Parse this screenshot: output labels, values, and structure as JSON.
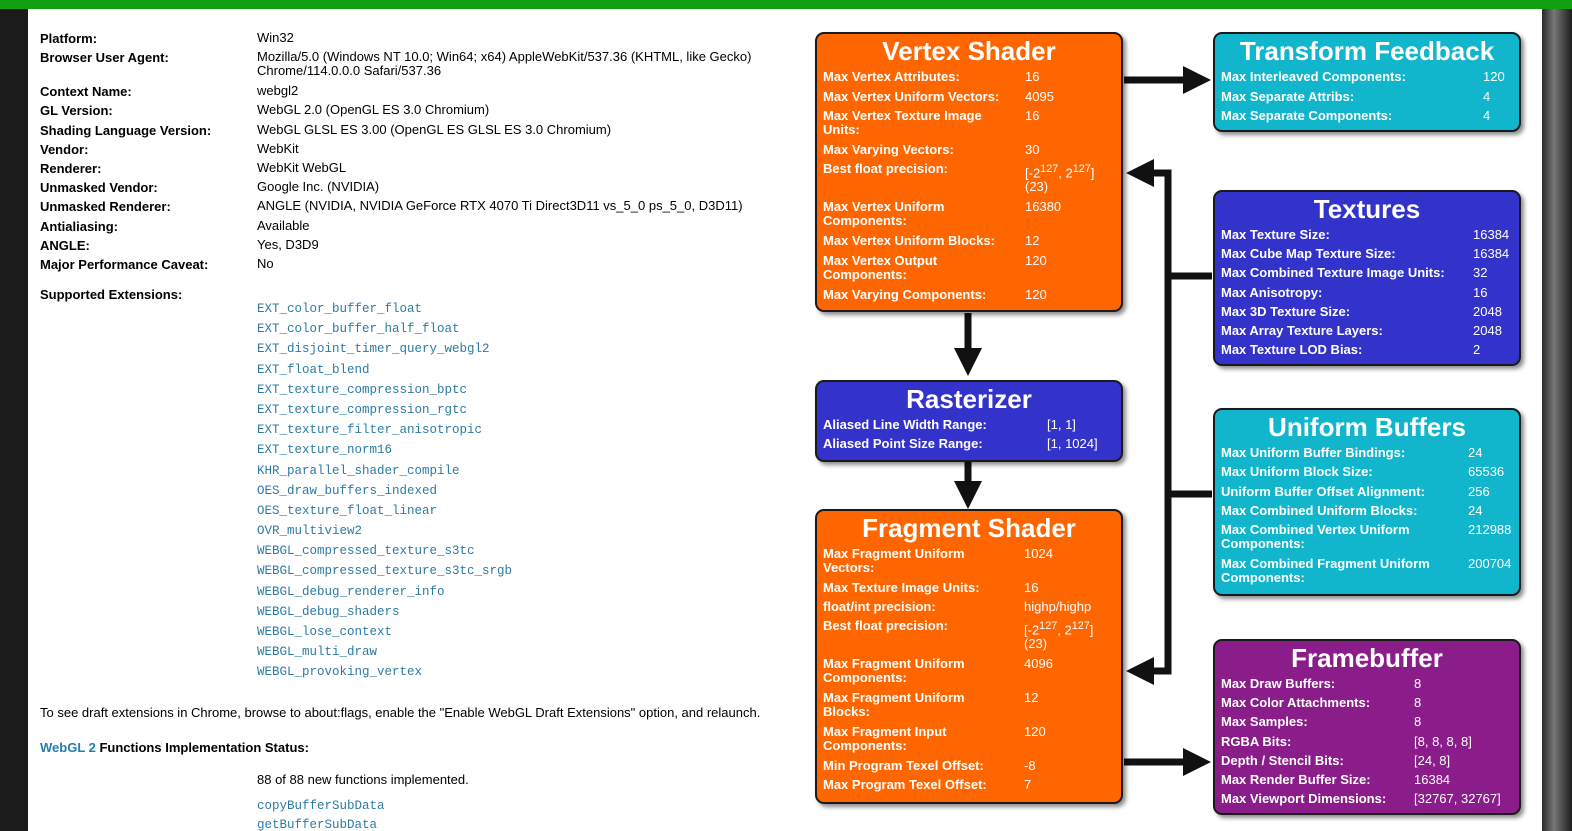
{
  "info": [
    {
      "label": "Platform:",
      "value": "Win32"
    },
    {
      "label": "Browser User Agent:",
      "value": "Mozilla/5.0 (Windows NT 10.0; Win64; x64) AppleWebKit/537.36 (KHTML, like Gecko)",
      "value2": "Chrome/114.0.0.0 Safari/537.36"
    },
    {
      "label": "Context Name:",
      "value": "webgl2"
    },
    {
      "label": "GL Version:",
      "value": "WebGL 2.0 (OpenGL ES 3.0 Chromium)"
    },
    {
      "label": "Shading Language Version:",
      "value": "WebGL GLSL ES 3.00 (OpenGL ES GLSL ES 3.0 Chromium)"
    },
    {
      "label": "Vendor:",
      "value": "WebKit"
    },
    {
      "label": "Renderer:",
      "value": "WebKit WebGL"
    },
    {
      "label": "Unmasked Vendor:",
      "value": "Google Inc. (NVIDIA)"
    },
    {
      "label": "Unmasked Renderer:",
      "value": "ANGLE (NVIDIA, NVIDIA GeForce RTX 4070 Ti Direct3D11 vs_5_0 ps_5_0, D3D11)"
    },
    {
      "label": "Antialiasing:",
      "value": "Available"
    },
    {
      "label": "ANGLE:",
      "value": "Yes, D3D9"
    },
    {
      "label": "Major Performance Caveat:",
      "value": "No"
    }
  ],
  "extensions_label": "Supported Extensions:",
  "extensions": [
    "EXT_color_buffer_float",
    "EXT_color_buffer_half_float",
    "EXT_disjoint_timer_query_webgl2",
    "EXT_float_blend",
    "EXT_texture_compression_bptc",
    "EXT_texture_compression_rgtc",
    "EXT_texture_filter_anisotropic",
    "EXT_texture_norm16",
    "KHR_parallel_shader_compile",
    "OES_draw_buffers_indexed",
    "OES_texture_float_linear",
    "OVR_multiview2",
    "WEBGL_compressed_texture_s3tc",
    "WEBGL_compressed_texture_s3tc_srgb",
    "WEBGL_debug_renderer_info",
    "WEBGL_debug_shaders",
    "WEBGL_lose_context",
    "WEBGL_multi_draw",
    "WEBGL_provoking_vertex"
  ],
  "draft_note": "To see draft extensions in Chrome, browse to about:flags, enable the \"Enable WebGL Draft Extensions\" option, and relaunch.",
  "status_link": "WebGL 2",
  "status_label": " Functions Implementation Status:",
  "status_count": "88 of 88 new functions implemented.",
  "functions": [
    "copyBufferSubData",
    "getBufferSubData"
  ],
  "vertex_shader": {
    "title": "Vertex Shader",
    "params": [
      {
        "k": "Max Vertex Attributes:",
        "v": "16"
      },
      {
        "k": "Max Vertex Uniform Vectors:",
        "v": "4095"
      },
      {
        "k": "Max Vertex Texture Image",
        "k2": "Units:",
        "v": "16"
      },
      {
        "k": "Max Varying Vectors:",
        "v": "30"
      },
      {
        "k": "Best float precision:",
        "v": "[-2",
        "sup1": "127",
        "mid": ", 2",
        "sup2": "127",
        "end": "]",
        "v2": "(23)"
      },
      {
        "k": "Max Vertex Uniform",
        "k2": "Components:",
        "v": "16380"
      },
      {
        "k": "Max Vertex Uniform Blocks:",
        "v": "12"
      },
      {
        "k": "Max Vertex Output",
        "k2": "Components:",
        "v": "120"
      },
      {
        "k": "Max Varying Components:",
        "v": "120"
      }
    ]
  },
  "rasterizer": {
    "title": "Rasterizer",
    "params": [
      {
        "k": "Aliased Line Width Range:",
        "v": "[1, 1]"
      },
      {
        "k": "Aliased Point Size Range:",
        "v": "[1, 1024]"
      }
    ]
  },
  "fragment_shader": {
    "title": "Fragment Shader",
    "params": [
      {
        "k": "Max Fragment Uniform",
        "k2": "Vectors:",
        "v": "1024"
      },
      {
        "k": "Max Texture Image Units:",
        "v": "16"
      },
      {
        "k": "float/int precision:",
        "v": "highp/highp"
      },
      {
        "k": "Best float precision:",
        "v": "[-2",
        "sup1": "127",
        "mid": ", 2",
        "sup2": "127",
        "end": "]",
        "v2": "(23)"
      },
      {
        "k": "Max Fragment Uniform",
        "k2": "Components:",
        "v": "4096"
      },
      {
        "k": "Max Fragment Uniform",
        "k2": "Blocks:",
        "v": "12"
      },
      {
        "k": "Max Fragment Input",
        "k2": "Components:",
        "v": "120"
      },
      {
        "k": "Min Program Texel Offset:",
        "v": "-8"
      },
      {
        "k": "Max Program Texel Offset:",
        "v": "7"
      }
    ]
  },
  "transform_feedback": {
    "title": "Transform Feedback",
    "params": [
      {
        "k": "Max Interleaved Components:",
        "v": "120"
      },
      {
        "k": "Max Separate Attribs:",
        "v": "4"
      },
      {
        "k": "Max Separate Components:",
        "v": "4"
      }
    ]
  },
  "textures": {
    "title": "Textures",
    "params": [
      {
        "k": "Max Texture Size:",
        "v": "16384"
      },
      {
        "k": "Max Cube Map Texture Size:",
        "v": "16384"
      },
      {
        "k": "Max Combined Texture Image Units:",
        "v": "32"
      },
      {
        "k": "Max Anisotropy:",
        "v": "16"
      },
      {
        "k": "Max 3D Texture Size:",
        "v": "2048"
      },
      {
        "k": "Max Array Texture Layers:",
        "v": "2048"
      },
      {
        "k": "Max Texture LOD Bias:",
        "v": "2"
      }
    ]
  },
  "uniform_buffers": {
    "title": "Uniform Buffers",
    "params": [
      {
        "k": "Max Uniform Buffer Bindings:",
        "v": "24"
      },
      {
        "k": "Max Uniform Block Size:",
        "v": "65536"
      },
      {
        "k": "Uniform Buffer Offset Alignment:",
        "v": "256"
      },
      {
        "k": "Max Combined Uniform Blocks:",
        "v": "24"
      },
      {
        "k": "Max Combined Vertex Uniform",
        "k2": "Components:",
        "v": "212988"
      },
      {
        "k": "Max Combined Fragment Uniform",
        "k2": "Components:",
        "v": "200704"
      }
    ]
  },
  "framebuffer": {
    "title": "Framebuffer",
    "params": [
      {
        "k": "Max Draw Buffers:",
        "v": "8"
      },
      {
        "k": "Max Color Attachments:",
        "v": "8"
      },
      {
        "k": "Max Samples:",
        "v": "8"
      },
      {
        "k": "RGBA Bits:",
        "v": "[8, 8, 8, 8]"
      },
      {
        "k": "Depth / Stencil Bits:",
        "v": "[24, 8]"
      },
      {
        "k": "Max Render Buffer Size:",
        "v": "16384"
      },
      {
        "k": "Max Viewport Dimensions:",
        "v": "[32767, 32767]"
      }
    ]
  },
  "colors": {
    "orange": "#ff6600",
    "blue": "#3333cc",
    "cyan": "#11b6cc",
    "purple": "#8a1d8a",
    "link": "#2d7ba4"
  }
}
